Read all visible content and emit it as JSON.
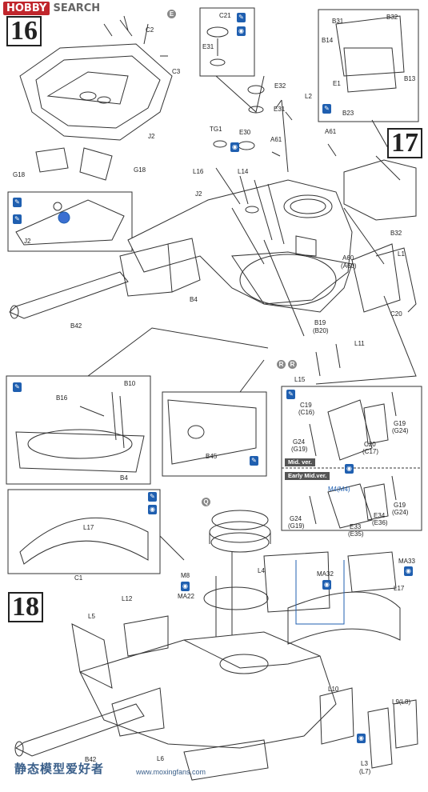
{
  "banner": {
    "logo": "HOBBY",
    "search": "SEARCH"
  },
  "steps": {
    "s16": "16",
    "s17": "17",
    "s18": "18"
  },
  "marks": {
    "e": "E",
    "q": "Q",
    "r1": "R",
    "r2": "R"
  },
  "labels": {
    "c2": "C2",
    "c3": "C3",
    "j2a": "J2",
    "g18a": "G18",
    "g18b": "G18",
    "j2b": "J2",
    "c21": "C21",
    "e31a": "E31",
    "e32": "E32",
    "e31b": "E31",
    "l2": "L2",
    "tg1": "TG1",
    "e30": "E30",
    "a61a": "A61",
    "a61b": "A61",
    "l16": "L16",
    "l14": "L14",
    "j2c": "J2",
    "b31": "B31",
    "b32a": "B32",
    "b14": "B14",
    "b13": "B13",
    "e1": "E1",
    "b23": "B23",
    "b32b": "B32",
    "a60": "A60",
    "a60p": "(A60)",
    "l1": "L1",
    "c20": "C20",
    "b4a": "B4",
    "b42a": "B42",
    "b19": "B19",
    "b20p": "(B20)",
    "l11": "L11",
    "l15": "L15",
    "b10": "B10",
    "b16": "B16",
    "b4b": "B4",
    "b45": "B45",
    "c19": "C19",
    "c16p": "(C16)",
    "g19a": "G19",
    "g24p": "(G24)",
    "g24a": "G24",
    "g19p": "(G19)",
    "c20b": "C20",
    "c17p": "(C17)",
    "m4": "M4(M4)",
    "g19b": "G19",
    "g24p2": "(G24)",
    "e34": "E34",
    "e36p": "(E36)",
    "g24b": "G24",
    "g19p2": "(G19)",
    "e33": "E33",
    "e35p": "(E35)",
    "l17a": "L17",
    "c1": "C1",
    "m8": "M8",
    "ma22": "MA22",
    "l4": "L4",
    "ma32": "MA32",
    "ma33": "MA33",
    "l17b": "L17",
    "l12": "L12",
    "l5": "L5",
    "l10": "L10",
    "l9": "L9(L8)",
    "b42b": "B42",
    "l6": "L6",
    "l3": "L3",
    "l7p": "(L7)"
  },
  "versions": {
    "mid": "Mid. ver.",
    "early": "Early Mid.ver."
  },
  "watermark": {
    "cn": "静态模型爱好者",
    "url": "www.moxingfans.com"
  }
}
